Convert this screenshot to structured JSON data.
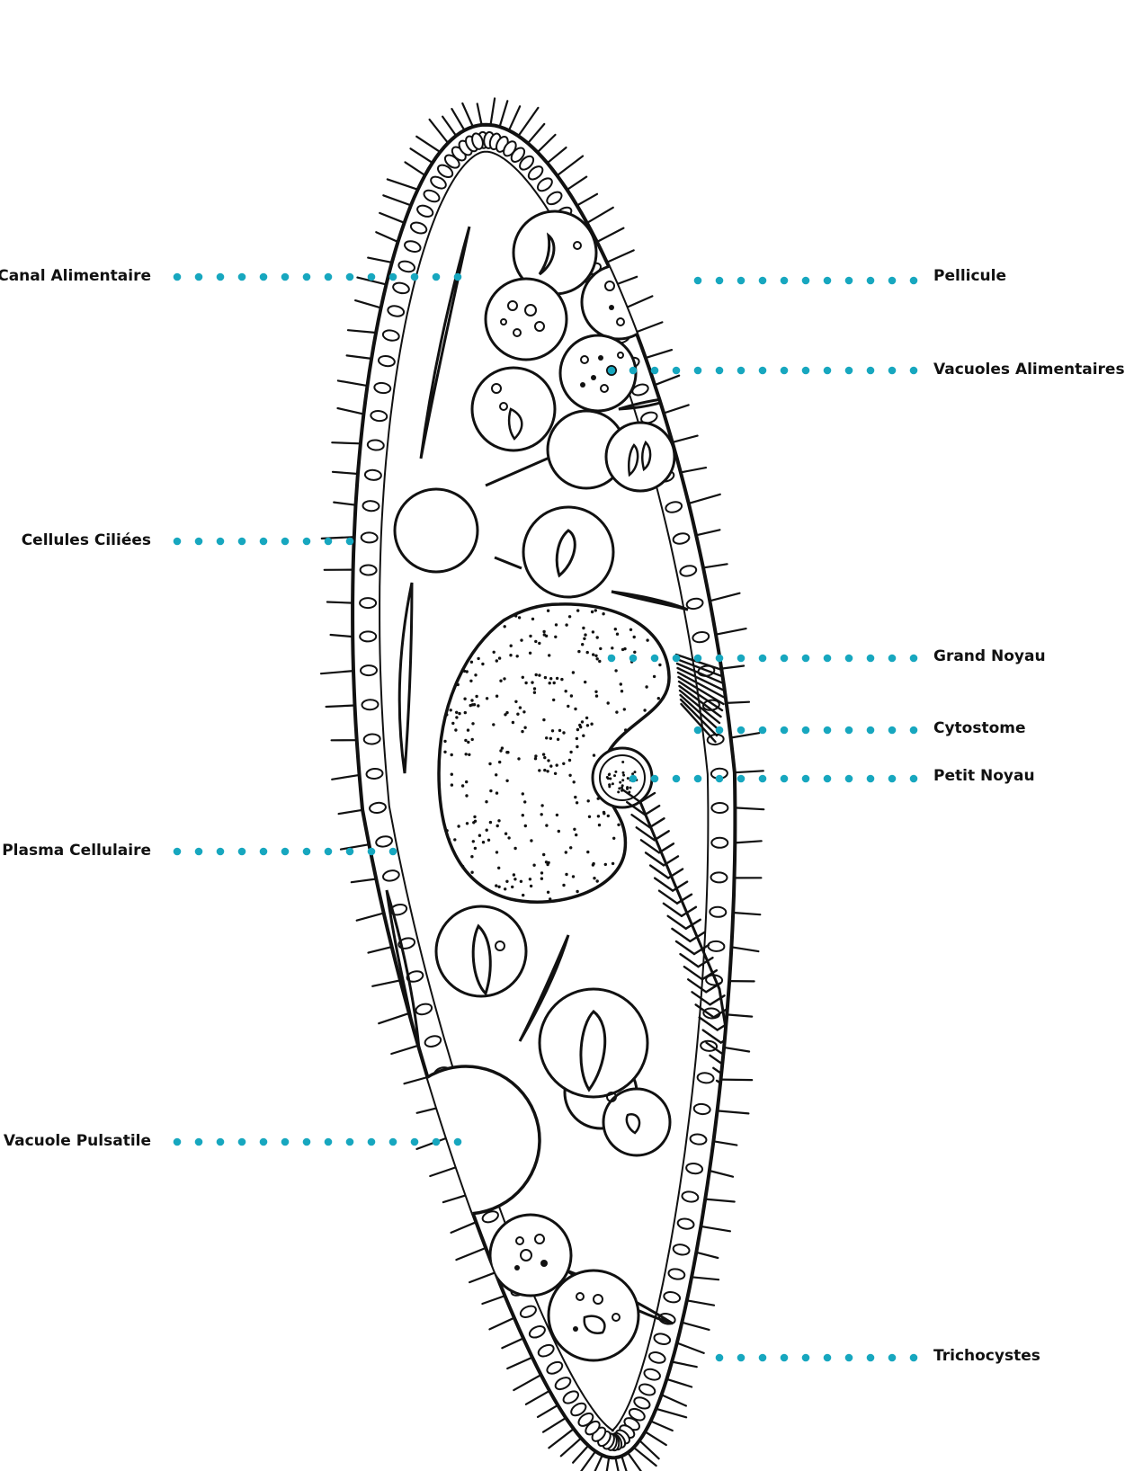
{
  "diagram": {
    "subject": "paramecium",
    "leader_color": "#17a7bf",
    "outline_color": "#111111",
    "labels": {
      "canal_alimentaire": "Canal Alimentaire",
      "cellules_ciliees": "Cellules Ciliées",
      "plasma_cellulaire": "Plasma Cellulaire",
      "vacuole_pulsatile": "Vacuole Pulsatile",
      "pellicule": "Pellicule",
      "vacuoles_alimentaires": "Vacuoles Alimentaires",
      "grand_noyau": "Grand Noyau",
      "cytostome": "Cytostome",
      "petit_noyau": "Petit Noyau",
      "trichocystes": "Trichocystes"
    }
  }
}
